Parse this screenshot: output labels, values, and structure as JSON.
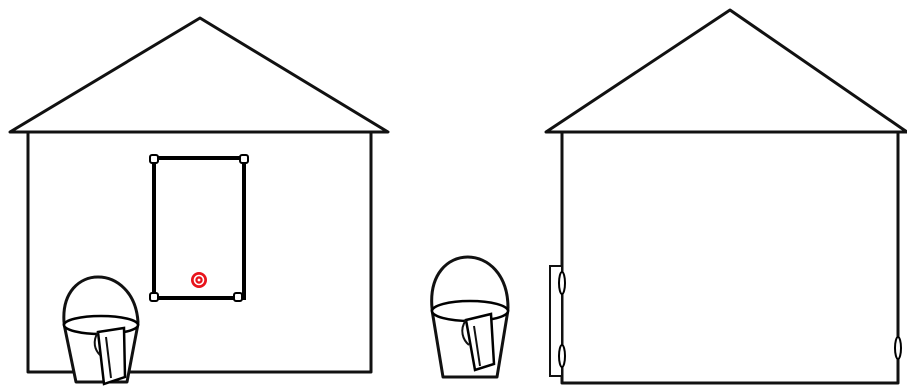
{
  "scene": {
    "background": "#ffffff",
    "line_color": "#111111",
    "marker_color": "#e8141c"
  },
  "left_house": {
    "parts": [
      "roof",
      "walls",
      "door",
      "bucket"
    ],
    "door_state": "closed",
    "marker": "red-target-dot"
  },
  "right_house": {
    "parts": [
      "roof",
      "walls",
      "door-open-edge",
      "bucket"
    ],
    "door_state": "open"
  }
}
